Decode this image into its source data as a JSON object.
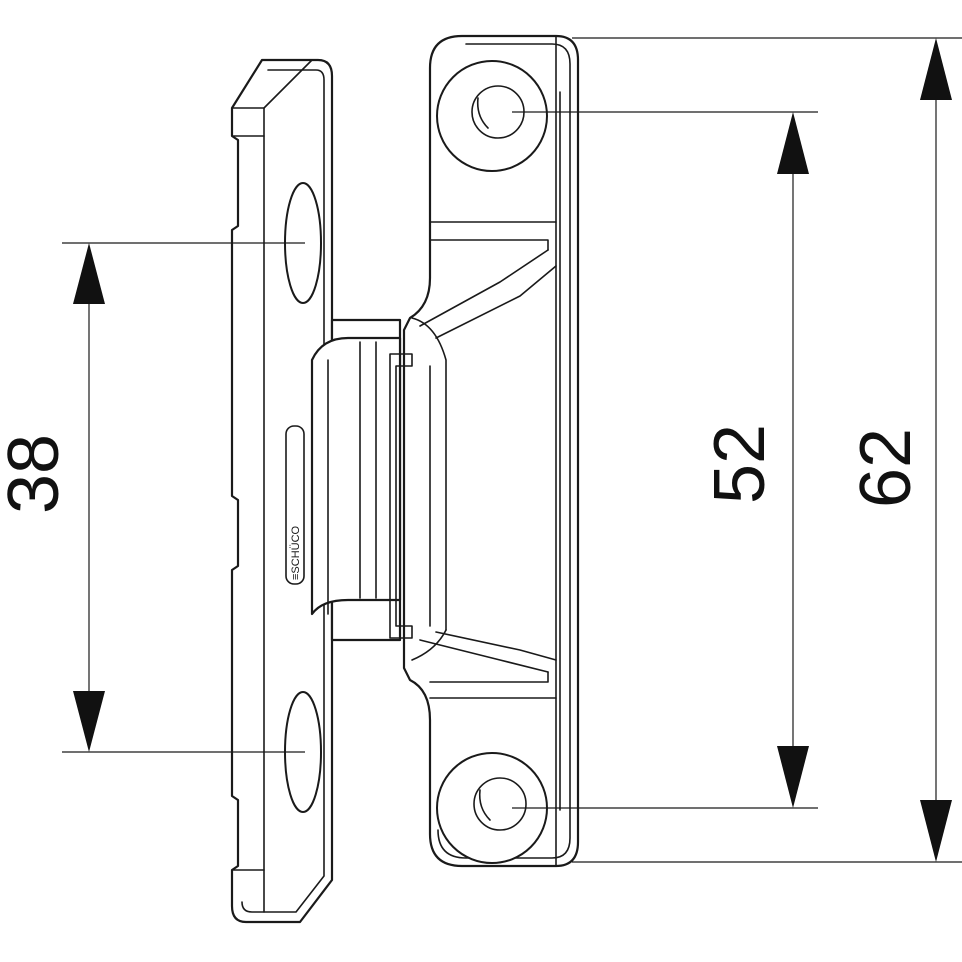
{
  "drawing": {
    "subject": "hinge-bracket-technical-drawing",
    "dimensions": [
      {
        "id": "plate-hole-spacing",
        "label": "38"
      },
      {
        "id": "bracket-hole-spacing",
        "label": "52"
      },
      {
        "id": "bracket-overall-height",
        "label": "62"
      }
    ],
    "engraving": "≡SCHÜCO"
  }
}
